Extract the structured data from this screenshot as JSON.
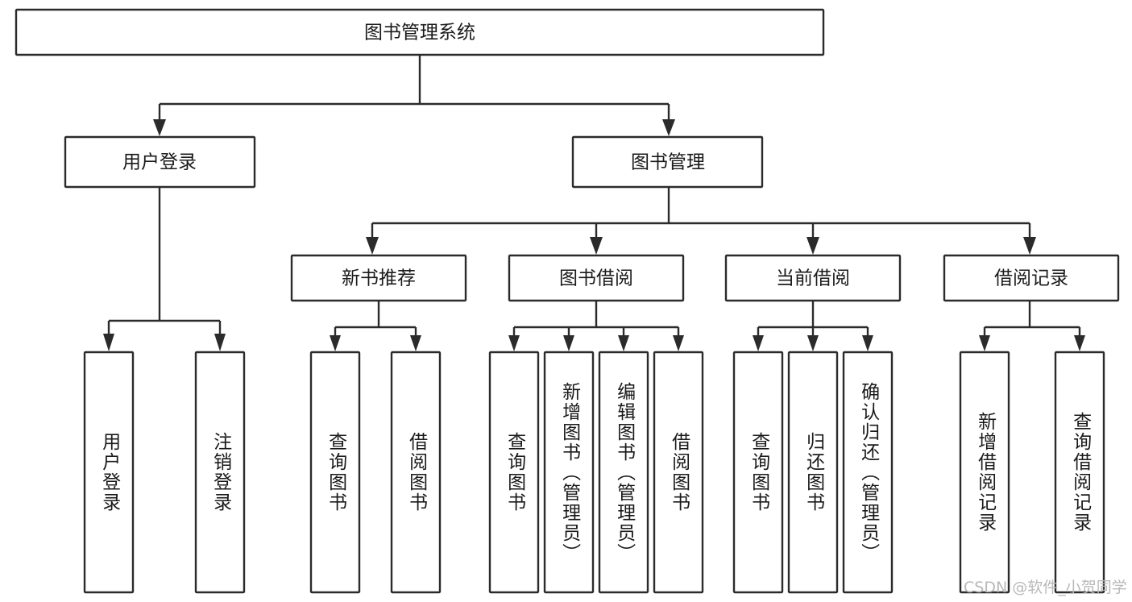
{
  "diagram": {
    "title": "图书管理系统",
    "type": "hierarchy-tree",
    "root": {
      "id": "root",
      "label": "图书管理系统",
      "orientation": "horizontal"
    },
    "level1": [
      {
        "id": "user-login",
        "label": "用户登录",
        "orientation": "horizontal"
      },
      {
        "id": "book-manage",
        "label": "图书管理",
        "orientation": "horizontal"
      }
    ],
    "level2": [
      {
        "id": "new-book-recommend",
        "label": "新书推荐",
        "orientation": "horizontal",
        "parent": "book-manage"
      },
      {
        "id": "book-borrow",
        "label": "图书借阅",
        "orientation": "horizontal",
        "parent": "book-manage"
      },
      {
        "id": "current-borrow",
        "label": "当前借阅",
        "orientation": "horizontal",
        "parent": "book-manage"
      },
      {
        "id": "borrow-record",
        "label": "借阅记录",
        "orientation": "horizontal",
        "parent": "book-manage"
      }
    ],
    "leaves": [
      {
        "id": "leaf-user-login",
        "label": "用户登录",
        "parent": "user-login"
      },
      {
        "id": "leaf-user-logout",
        "label": "注销登录",
        "parent": "user-login"
      },
      {
        "id": "leaf-query-book-1",
        "label": "查询图书",
        "parent": "new-book-recommend"
      },
      {
        "id": "leaf-borrow-book-1",
        "label": "借阅图书",
        "parent": "new-book-recommend"
      },
      {
        "id": "leaf-query-book-2",
        "label": "查询图书",
        "parent": "book-borrow"
      },
      {
        "id": "leaf-add-book",
        "label": "新增图书（管理员）",
        "parent": "book-borrow"
      },
      {
        "id": "leaf-edit-book",
        "label": "编辑图书（管理员）",
        "parent": "book-borrow"
      },
      {
        "id": "leaf-borrow-book-2",
        "label": "借阅图书",
        "parent": "book-borrow"
      },
      {
        "id": "leaf-query-book-3",
        "label": "查询图书",
        "parent": "current-borrow"
      },
      {
        "id": "leaf-return-book",
        "label": "归还图书",
        "parent": "current-borrow"
      },
      {
        "id": "leaf-confirm-return",
        "label": "确认归还（管理员）",
        "parent": "current-borrow"
      },
      {
        "id": "leaf-add-record",
        "label": "新增借阅记录",
        "parent": "borrow-record"
      },
      {
        "id": "leaf-query-record",
        "label": "查询借阅记录",
        "parent": "borrow-record"
      }
    ],
    "colors": {
      "box_stroke": "#2b2b2b",
      "box_fill": "#ffffff",
      "text": "#1a1a1a",
      "background": "#ffffff",
      "watermark": "#b9b9b9"
    }
  },
  "watermark": {
    "text": "CSDN @软件_小贺同学"
  }
}
